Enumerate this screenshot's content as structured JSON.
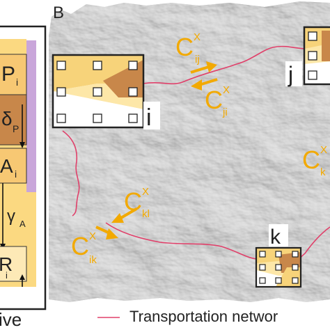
{
  "panel_letter": "B",
  "left_panel": {
    "labels": {
      "p": "P",
      "p_sub": "i",
      "delta": "δ",
      "delta_sub": "P",
      "a": "A",
      "a_sub": "i",
      "gamma": "γ",
      "gamma_sub": "A",
      "r": "R",
      "r_sub": "i"
    },
    "footer_fragment": "ive"
  },
  "nodes": {
    "i": "i",
    "j": "j",
    "k": "k"
  },
  "flows": {
    "c": "C",
    "x": "X",
    "ij": "ij",
    "ji": "ji",
    "kl": "kl",
    "ik": "ik",
    "k_partial": "k"
  },
  "legend": {
    "transport_label": "Transportation networ"
  },
  "colors": {
    "accent": "#f2a900",
    "light_yellow": "#f7d37a",
    "brown": "#c8874a",
    "purple": "#c6a6d8",
    "road": "#e0406a",
    "terrain": "#c9c9c9"
  }
}
